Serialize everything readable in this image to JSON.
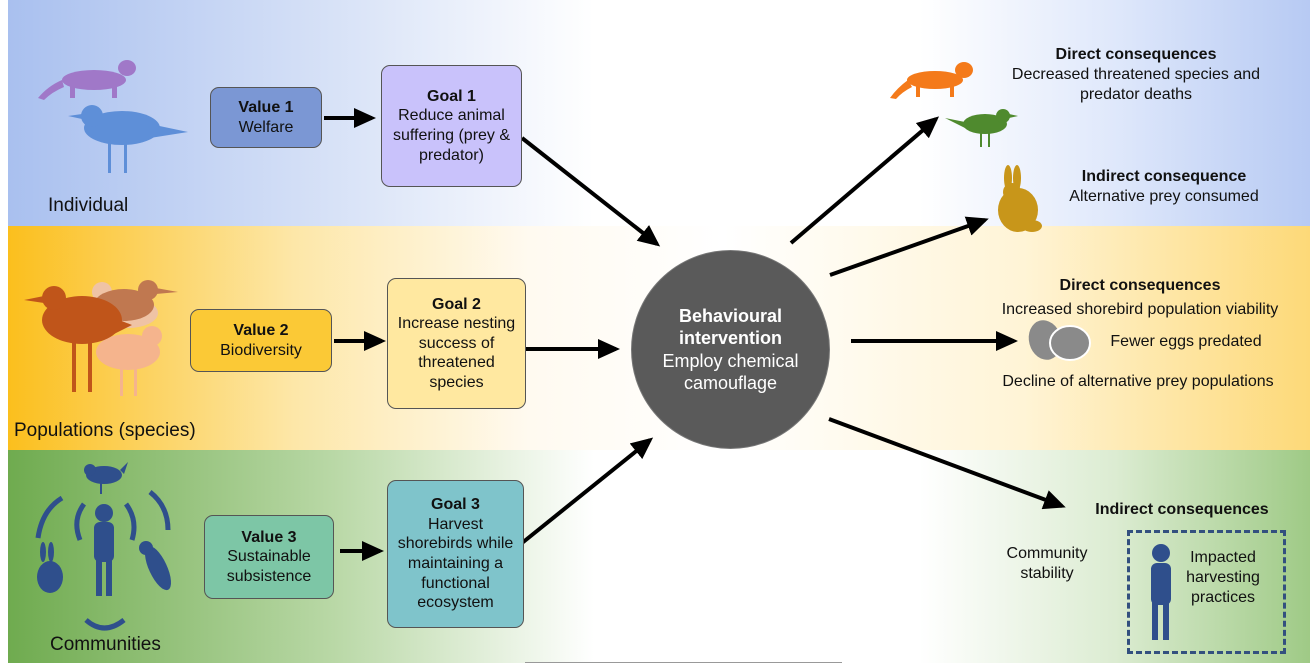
{
  "levels": {
    "individual": "Individual",
    "populations": "Populations (species)",
    "communities": "Communities"
  },
  "values": [
    {
      "title": "Value 1",
      "text": "Welfare",
      "color": "#7b97d4"
    },
    {
      "title": "Value 2",
      "text": "Biodiversity",
      "color": "#fbc936"
    },
    {
      "title": "Value 3",
      "text": "Sustainable subsistence",
      "color": "#7dc6a6"
    }
  ],
  "goals": [
    {
      "title": "Goal 1",
      "text": "Reduce animal suffering (prey & predator)",
      "color": "#c9c2fb"
    },
    {
      "title": "Goal 2",
      "text": "Increase nesting success of threatened species",
      "color": "#ffe8a0"
    },
    {
      "title": "Goal 3",
      "text": "Harvest shorebirds while maintaining a functional ecosystem",
      "color": "#7fc4cb"
    }
  ],
  "center": {
    "title": "Behavioural intervention",
    "text": "Employ chemical camouflage",
    "color": "#5a5a5a"
  },
  "consequences": {
    "c1": {
      "title": "Direct consequences",
      "text": "Decreased threatened species and predator deaths"
    },
    "c2": {
      "title": "Indirect consequence",
      "text": "Alternative prey consumed"
    },
    "c3": {
      "title": "Direct consequences",
      "line1": "Increased shorebird population viability",
      "line2": "Fewer eggs predated",
      "line3": "Decline of alternative prey populations"
    },
    "c4": {
      "title": "Indirect consequences",
      "left": "Community stability",
      "boxed": "Impacted harvesting practices"
    }
  },
  "colors": {
    "individual_band": "#a9c0ef",
    "population_band": "#fbbf1d",
    "community_band": "#6fab4f",
    "mustelid_purple": "#a078c8",
    "plover_blue": "#5e8fd8",
    "mustelid_orange": "#f47a1a",
    "bird_green": "#4f8a2e",
    "rabbit_gold": "#c8961a",
    "eggs_gray": "#8a8a8a",
    "community_navy": "#2f4f8c",
    "arrow": "#000000"
  }
}
